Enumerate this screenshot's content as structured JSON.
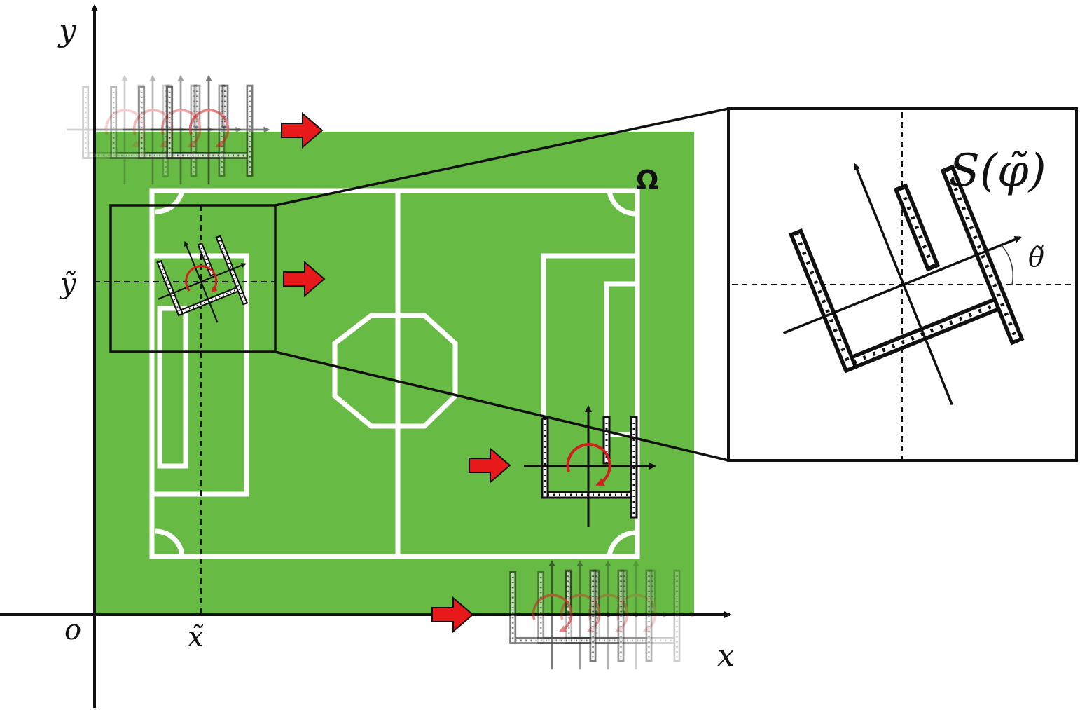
{
  "labels": {
    "y_axis": "y",
    "x_axis": "x",
    "origin": "o",
    "x_tilde": "x̃",
    "y_tilde": "ỹ",
    "field_region": "Ω",
    "sensor_model": "S(φ̃)",
    "theta_tilde": "θ̃"
  },
  "colors": {
    "field": "#67bb45",
    "field_lines": "#ffffff",
    "motion_arrow": "#e8191a",
    "rotation_arrow": "#d11e1e"
  }
}
